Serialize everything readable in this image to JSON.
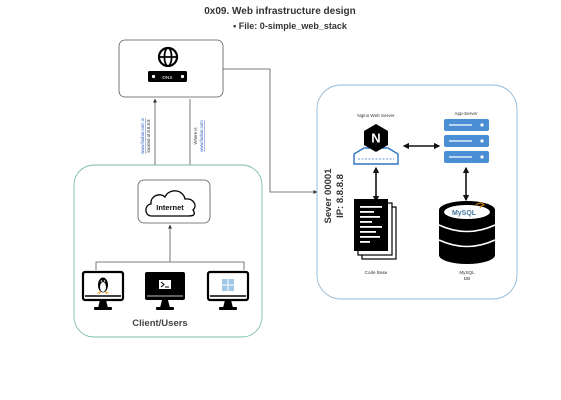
{
  "header": {
    "title": "0x09. Web infrastructure design",
    "file_line": "•  File: 0-simple_web_stack"
  },
  "dns": {
    "label": "DNS"
  },
  "dns_links": {
    "query_line1": "www.foobar.com is",
    "query_line2": "located at 8.8.8.8",
    "response_line1": "Where is",
    "response_line2": "www.foobar.com"
  },
  "internet": {
    "label": "Internet"
  },
  "client": {
    "label": "Client/Users"
  },
  "server": {
    "name": "Sever 00001",
    "ip": "IP: 8.8.8.8",
    "nginx_label": "Nginx Web Server",
    "nginx_letter": "N",
    "app_label": "App-Server",
    "codebase_label": "Code Base",
    "mysql_logo": "MySQL",
    "mysql_label_line1": "MySQL",
    "mysql_label_line2": "DB"
  },
  "colors": {
    "client_border": "#7bbfa5",
    "server_border": "#8fb8d8",
    "link": "#2f5fbf",
    "nginx_blue": "#2f74c0",
    "app_blue": "#4a8fd6",
    "mysql_orange": "#e48e00",
    "mysql_blue": "#4479a1"
  }
}
